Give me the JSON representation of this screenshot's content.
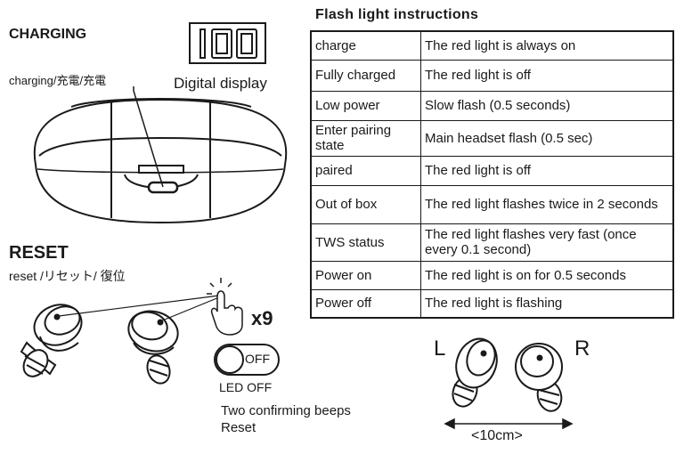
{
  "charging": {
    "heading": "CHARGING",
    "digital_display_value": "100",
    "digital_display_label": "Digital display",
    "port_label": "charging/充電/充電"
  },
  "reset": {
    "heading": "RESET",
    "label": "reset /リセット/ 復位",
    "tap_count": "x9",
    "off_text": "OFF",
    "led_off_label": "LED OFF",
    "beeps_label": "Two confirming beeps",
    "result_label": "Reset"
  },
  "earbuds": {
    "left_label": "L",
    "right_label": "R",
    "distance_label": "<10cm>"
  },
  "flash_table": {
    "title": "Flash light instructions",
    "rows": [
      {
        "state": "charge",
        "light": "The red light is always on"
      },
      {
        "state": "Fully charged",
        "light": "The red light is off"
      },
      {
        "state": "Low power",
        "light": "Slow flash (0.5 seconds)"
      },
      {
        "state": "Enter pairing state",
        "light": "Main headset flash (0.5 sec)"
      },
      {
        "state": "paired",
        "light": "The red light is off"
      },
      {
        "state": "Out of box",
        "light": "The red light flashes twice in 2 seconds"
      },
      {
        "state": "TWS status",
        "light": "The red light flashes very fast (once every 0.1 second)"
      },
      {
        "state": "Power on",
        "light": "The red light is on for 0.5 seconds"
      },
      {
        "state": "Power off",
        "light": "The red light is flashing"
      }
    ]
  }
}
